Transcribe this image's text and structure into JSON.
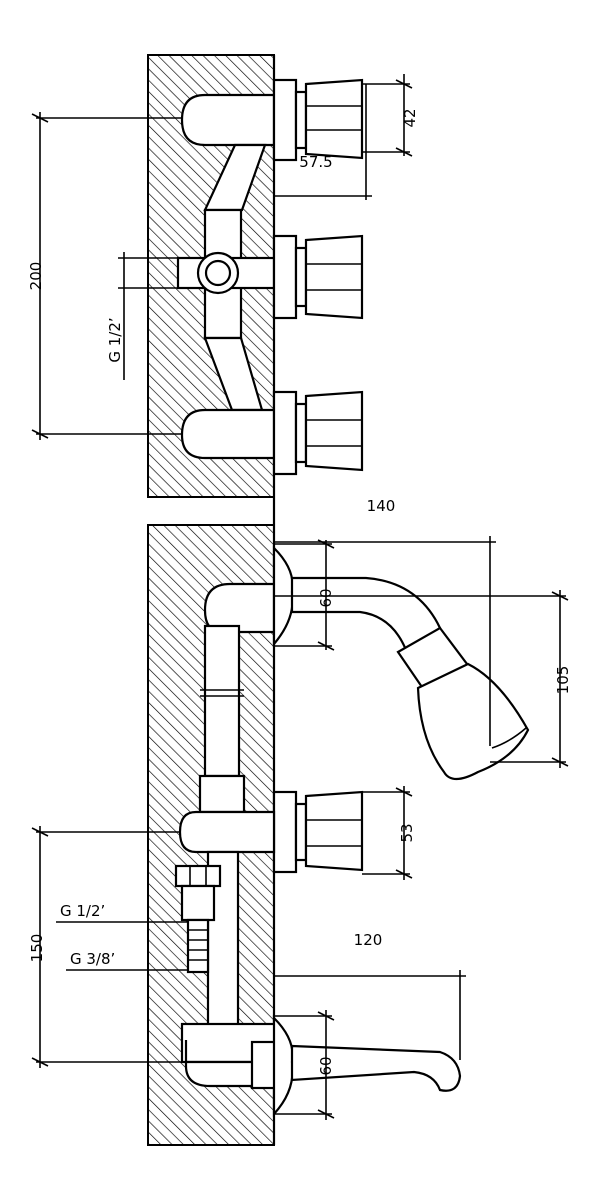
{
  "colors": {
    "ink": "#000000",
    "paper": "#ffffff"
  },
  "labels": {
    "d42": "42",
    "d57_5": "57.5",
    "d200": "200",
    "g12_top": "G 1/2’",
    "d140": "140",
    "d60_top": "60",
    "d105": "105",
    "d53": "53",
    "d150": "150",
    "g12_bottom": "G 1/2’",
    "g38": "G 3/8’",
    "d120": "120",
    "d60_bottom": "60"
  }
}
